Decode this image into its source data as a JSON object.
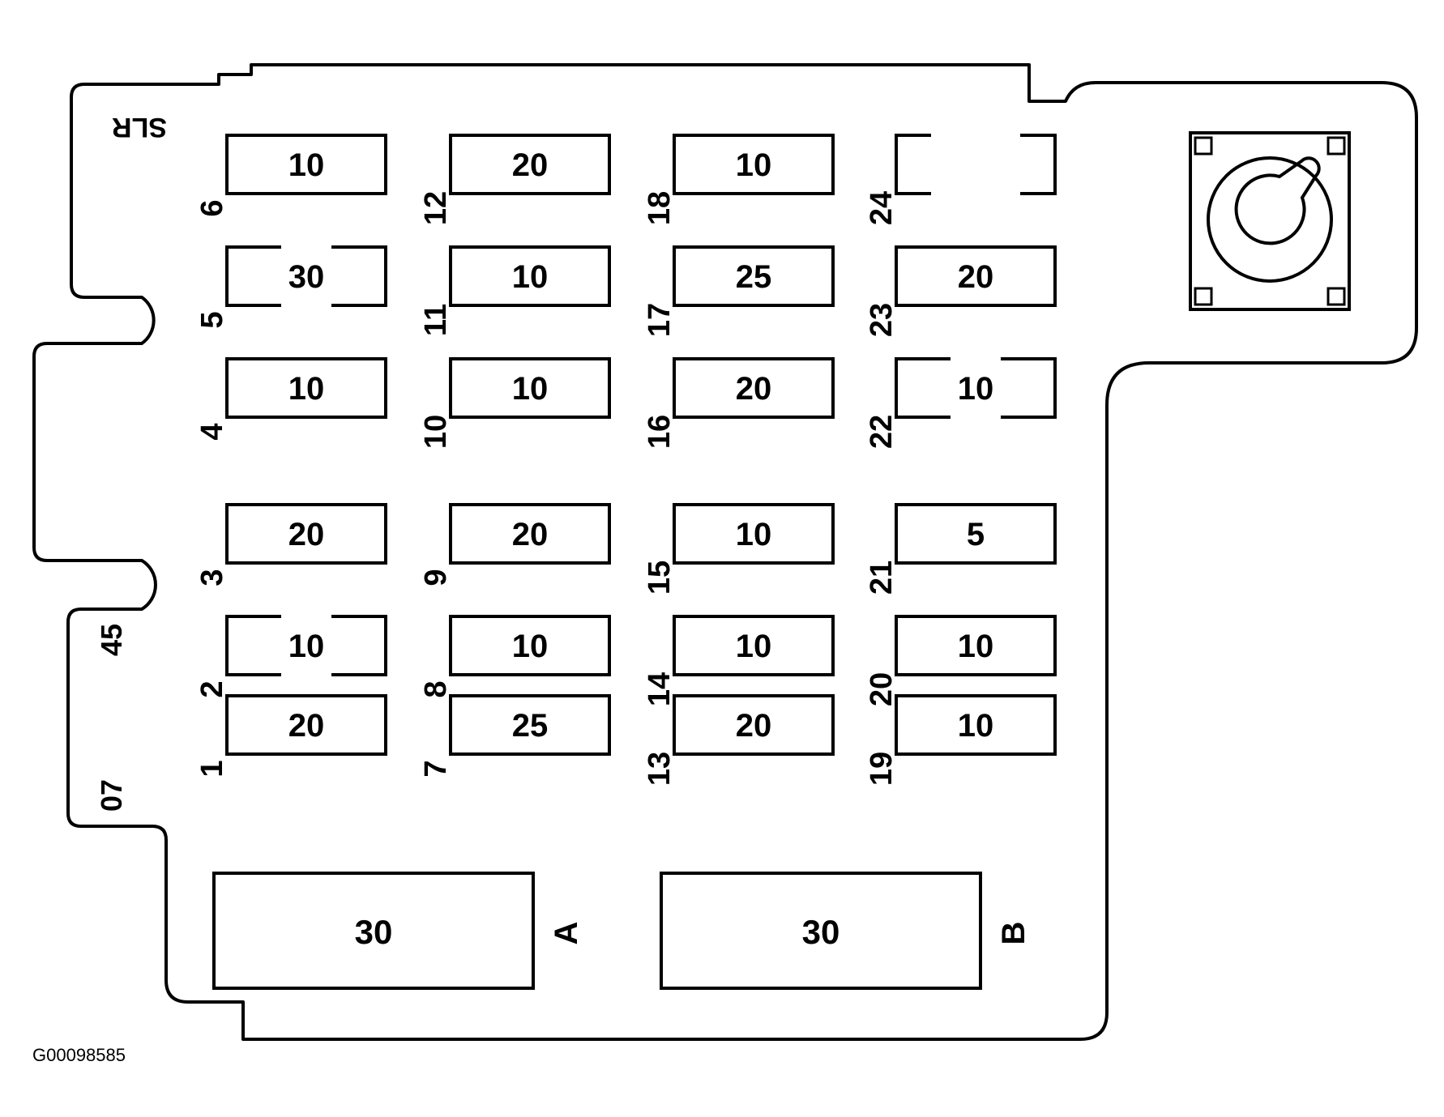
{
  "panel": {
    "corner_code": "SLR",
    "side_codes": [
      "45",
      "07"
    ]
  },
  "fuses": [
    {
      "num": "1",
      "rating": "20",
      "style": "full"
    },
    {
      "num": "2",
      "rating": "10",
      "style": "split"
    },
    {
      "num": "3",
      "rating": "20",
      "style": "full"
    },
    {
      "num": "4",
      "rating": "10",
      "style": "full"
    },
    {
      "num": "5",
      "rating": "30",
      "style": "split"
    },
    {
      "num": "6",
      "rating": "10",
      "style": "full"
    },
    {
      "num": "7",
      "rating": "25",
      "style": "full"
    },
    {
      "num": "8",
      "rating": "10",
      "style": "full"
    },
    {
      "num": "9",
      "rating": "20",
      "style": "full"
    },
    {
      "num": "10",
      "rating": "10",
      "style": "full"
    },
    {
      "num": "11",
      "rating": "10",
      "style": "full"
    },
    {
      "num": "12",
      "rating": "20",
      "style": "full"
    },
    {
      "num": "13",
      "rating": "20",
      "style": "full"
    },
    {
      "num": "14",
      "rating": "10",
      "style": "full"
    },
    {
      "num": "15",
      "rating": "10",
      "style": "full"
    },
    {
      "num": "16",
      "rating": "20",
      "style": "full"
    },
    {
      "num": "17",
      "rating": "25",
      "style": "full"
    },
    {
      "num": "18",
      "rating": "10",
      "style": "full"
    },
    {
      "num": "19",
      "rating": "10",
      "style": "full"
    },
    {
      "num": "20",
      "rating": "10",
      "style": "full"
    },
    {
      "num": "21",
      "rating": "5",
      "style": "full"
    },
    {
      "num": "22",
      "rating": "10",
      "style": "split"
    },
    {
      "num": "23",
      "rating": "20",
      "style": "full"
    },
    {
      "num": "24",
      "rating": "",
      "style": "split"
    }
  ],
  "maxi_fuses": [
    {
      "num": "A",
      "rating": "30"
    },
    {
      "num": "B",
      "rating": "30"
    }
  ],
  "figure_id": "G00098585"
}
